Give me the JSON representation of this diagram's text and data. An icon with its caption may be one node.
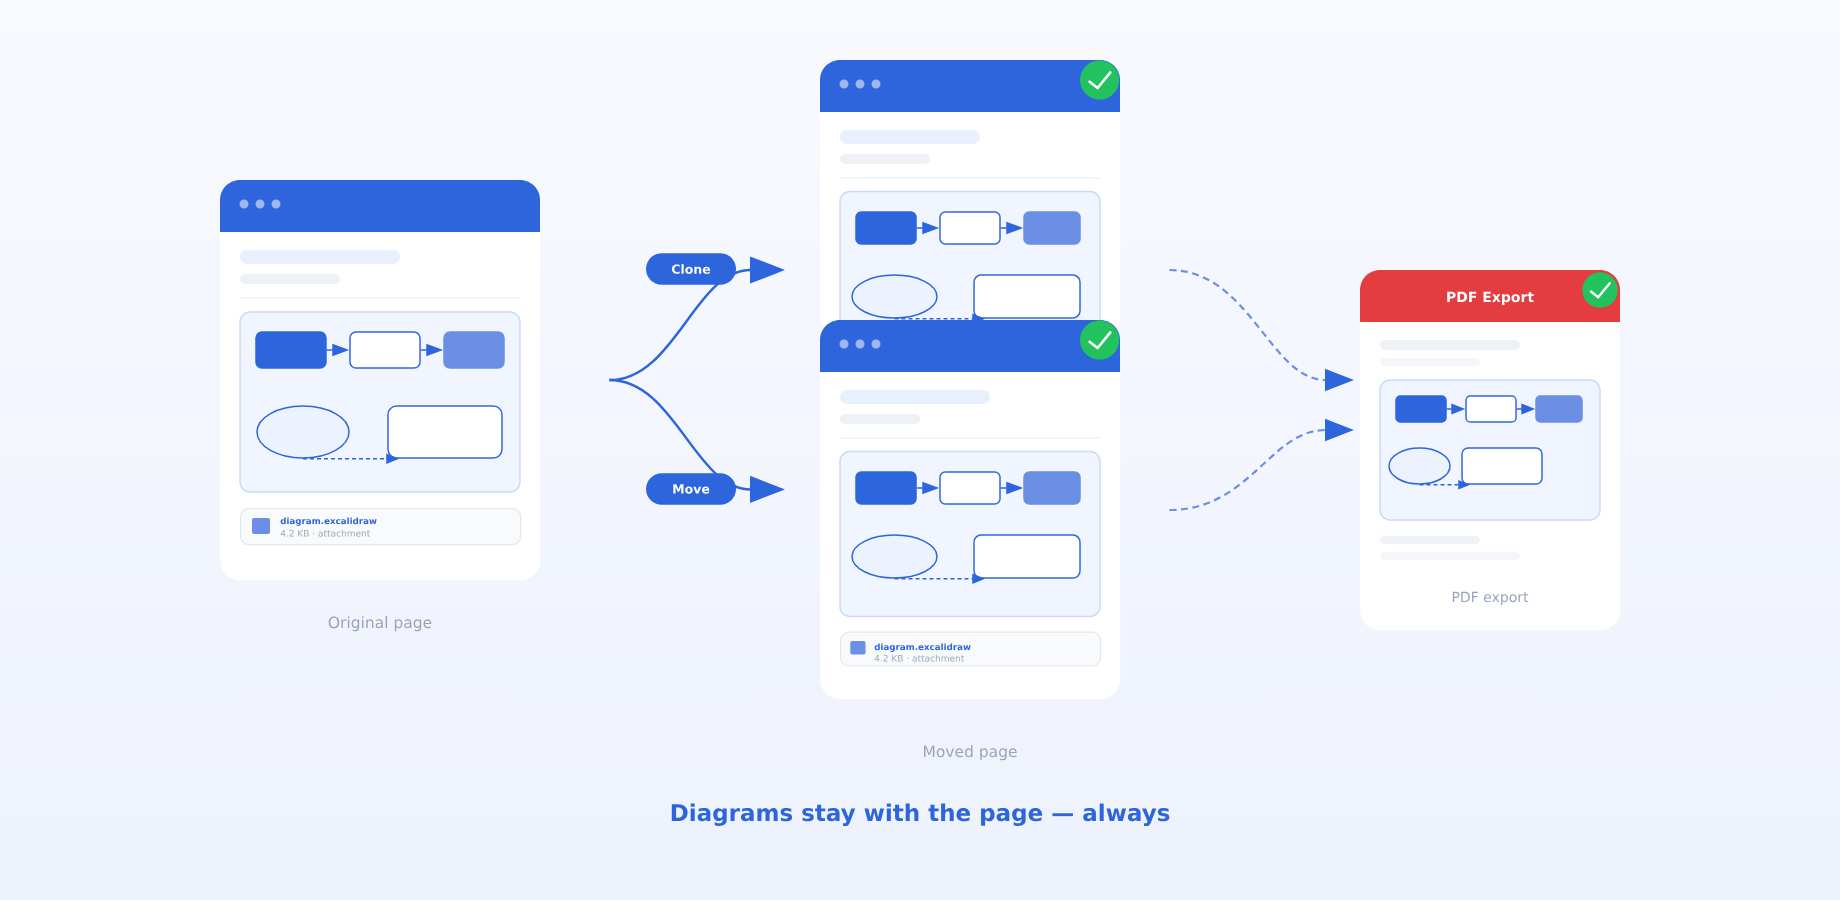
{
  "diagram": {
    "caption": "Diagrams stay with the page — always",
    "nodes": [
      {
        "text": [],
        "shape": "box",
        "beside": [
          "Original page"
        ]
      },
      {
        "text": [],
        "shape": "box",
        "in": 0
      },
      {
        "text": [],
        "shape": "box",
        "in": 0
      },
      {
        "text": [],
        "shape": "box",
        "in": 0
      },
      {
        "text": [],
        "shape": "ellipse",
        "in": 0
      },
      {
        "text": [],
        "shape": "box",
        "in": 0
      },
      {
        "text": [
          "diagram.excalidraw",
          "4.2 KB · attachment"
        ],
        "in": 0
      },
      {
        "text": [],
        "shape": "box"
      },
      {
        "text": [],
        "shape": "box",
        "in": 7
      },
      {
        "text": [],
        "shape": "box",
        "in": 7
      },
      {
        "text": [],
        "shape": "box",
        "in": 7
      },
      {
        "text": [],
        "shape": "ellipse",
        "in": 7
      },
      {
        "text": [],
        "shape": "box",
        "in": 7
      },
      {
        "text": [],
        "shape": "box",
        "beside": [
          "Moved page"
        ]
      },
      {
        "text": [],
        "shape": "box",
        "in": 13
      },
      {
        "text": [],
        "shape": "box",
        "in": 13
      },
      {
        "text": [],
        "shape": "box",
        "in": 13
      },
      {
        "text": [],
        "shape": "ellipse",
        "in": 13
      },
      {
        "text": [],
        "shape": "box",
        "in": 13
      },
      {
        "text": [
          "diagram.excalidraw",
          "4.2 KB · attachment"
        ],
        "in": 13
      },
      {
        "text": [
          "PDF Export",
          "PDF export"
        ]
      },
      {
        "text": [],
        "shape": "box",
        "in": 20
      },
      {
        "text": [],
        "shape": "box",
        "in": 20
      },
      {
        "text": [],
        "shape": "box",
        "in": 20
      },
      {
        "text": [],
        "shape": "ellipse",
        "in": 20
      },
      {
        "text": [],
        "shape": "box",
        "in": 20
      }
    ],
    "edges": [
      {
        "from": 0,
        "to": 7,
        "arrow": "to",
        "label": "Clone"
      },
      {
        "from": 0,
        "to": 13,
        "arrow": "to",
        "label": "Move"
      },
      {
        "from": 7,
        "to": 20,
        "arrow": "to",
        "style": "dashed",
        "color": "#6b8fe3"
      },
      {
        "from": 13,
        "to": 20,
        "arrow": "to",
        "style": "dashed",
        "color": "#6b8fe3"
      },
      {
        "from": 1,
        "to": 2,
        "arrow": "to"
      },
      {
        "from": 2,
        "to": 3,
        "arrow": "to"
      },
      {
        "from": 4,
        "to": 5,
        "arrow": "to",
        "style": "dashed"
      },
      {
        "from": 8,
        "to": 9,
        "arrow": "to"
      },
      {
        "from": 9,
        "to": 10,
        "arrow": "to"
      },
      {
        "from": 11,
        "to": 12,
        "arrow": "to",
        "style": "dashed"
      },
      {
        "from": 14,
        "to": 15,
        "arrow": "to"
      },
      {
        "from": 15,
        "to": 16,
        "arrow": "to"
      },
      {
        "from": 17,
        "to": 18,
        "arrow": "to",
        "style": "dashed"
      },
      {
        "from": 21,
        "to": 22,
        "arrow": "to"
      },
      {
        "from": 22,
        "to": 23,
        "arrow": "to"
      },
      {
        "from": 24,
        "to": 25,
        "arrow": "to",
        "style": "dashed"
      }
    ]
  }
}
